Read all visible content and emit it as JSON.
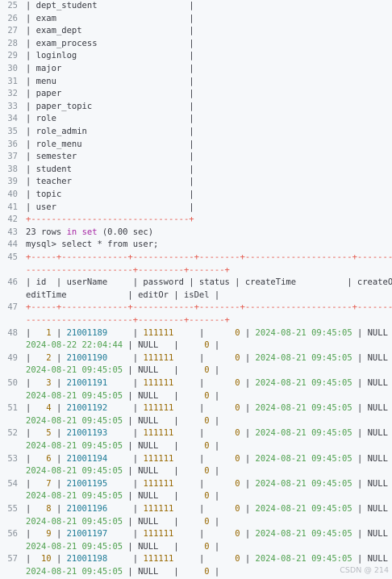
{
  "tables": [
    {
      "n": "25",
      "name": "dept_student"
    },
    {
      "n": "26",
      "name": "exam"
    },
    {
      "n": "27",
      "name": "exam_dept"
    },
    {
      "n": "28",
      "name": "exam_process"
    },
    {
      "n": "29",
      "name": "loginlog"
    },
    {
      "n": "30",
      "name": "major"
    },
    {
      "n": "31",
      "name": "menu"
    },
    {
      "n": "32",
      "name": "paper"
    },
    {
      "n": "33",
      "name": "paper_topic"
    },
    {
      "n": "34",
      "name": "role"
    },
    {
      "n": "35",
      "name": "role_admin"
    },
    {
      "n": "36",
      "name": "role_menu"
    },
    {
      "n": "37",
      "name": "semester"
    },
    {
      "n": "38",
      "name": "student"
    },
    {
      "n": "39",
      "name": "teacher"
    },
    {
      "n": "40",
      "name": "topic"
    },
    {
      "n": "41",
      "name": "user"
    }
  ],
  "border_line": {
    "n": "42",
    "text": "+-------------------------------+"
  },
  "rows_in_set": {
    "n": "43",
    "pre": "23 rows ",
    "kw": "in",
    "mid": " ",
    "kw2": "set",
    "post": " (0.00 sec)"
  },
  "query": {
    "n": "44",
    "text": "mysql> select * from user;"
  },
  "sep1": {
    "n": "45",
    "a": "+-----+-------------+------------+--------+---------------------+-----------",
    "b": "---------------------+---------+-------+"
  },
  "header": {
    "n": "46",
    "a": "| id  | userName     | password | status | createTime          | createOr |",
    "b": "editTime            | editOr | isDel |"
  },
  "sep2": {
    "n": "47",
    "a": "+-----+-------------+------------+--------+---------------------+-----------",
    "b": "---------------------+---------+-------+"
  },
  "rows": [
    {
      "n": "48",
      "id": "1",
      "user": "21001189",
      "pw": "111111",
      "status": "0",
      "created": "2024-08-21 09:45:05",
      "createOr": "NULL",
      "edited": "2024-08-22 22:04:44",
      "editOr": "NULL",
      "isDel": "0"
    },
    {
      "n": "49",
      "id": "2",
      "user": "21001190",
      "pw": "111111",
      "status": "0",
      "created": "2024-08-21 09:45:05",
      "createOr": "NULL",
      "edited": "2024-08-21 09:45:05",
      "editOr": "NULL",
      "isDel": "0"
    },
    {
      "n": "50",
      "id": "3",
      "user": "21001191",
      "pw": "111111",
      "status": "0",
      "created": "2024-08-21 09:45:05",
      "createOr": "NULL",
      "edited": "2024-08-21 09:45:05",
      "editOr": "NULL",
      "isDel": "0"
    },
    {
      "n": "51",
      "id": "4",
      "user": "21001192",
      "pw": "111111",
      "status": "0",
      "created": "2024-08-21 09:45:05",
      "createOr": "NULL",
      "edited": "2024-08-21 09:45:05",
      "editOr": "NULL",
      "isDel": "0"
    },
    {
      "n": "52",
      "id": "5",
      "user": "21001193",
      "pw": "111111",
      "status": "0",
      "created": "2024-08-21 09:45:05",
      "createOr": "NULL",
      "edited": "2024-08-21 09:45:05",
      "editOr": "NULL",
      "isDel": "0"
    },
    {
      "n": "53",
      "id": "6",
      "user": "21001194",
      "pw": "111111",
      "status": "0",
      "created": "2024-08-21 09:45:05",
      "createOr": "NULL",
      "edited": "2024-08-21 09:45:05",
      "editOr": "NULL",
      "isDel": "0"
    },
    {
      "n": "54",
      "id": "7",
      "user": "21001195",
      "pw": "111111",
      "status": "0",
      "created": "2024-08-21 09:45:05",
      "createOr": "NULL",
      "edited": "2024-08-21 09:45:05",
      "editOr": "NULL",
      "isDel": "0"
    },
    {
      "n": "55",
      "id": "8",
      "user": "21001196",
      "pw": "111111",
      "status": "0",
      "created": "2024-08-21 09:45:05",
      "createOr": "NULL",
      "edited": "2024-08-21 09:45:05",
      "editOr": "NULL",
      "isDel": "0"
    },
    {
      "n": "56",
      "id": "9",
      "user": "21001197",
      "pw": "111111",
      "status": "0",
      "created": "2024-08-21 09:45:05",
      "createOr": "NULL",
      "edited": "2024-08-21 09:45:05",
      "editOr": "NULL",
      "isDel": "0"
    },
    {
      "n": "57",
      "id": "10",
      "user": "21001198",
      "pw": "111111",
      "status": "0",
      "created": "2024-08-21 09:45:05",
      "createOr": "NULL",
      "edited": "2024-08-21 09:45:05",
      "editOr": "NULL",
      "isDel": "0"
    }
  ],
  "watermark": "CSDN @ 214",
  "colors": {
    "background": "#f6f8fa",
    "border": "#e45649",
    "keyword": "#a626a4",
    "number": "#986801",
    "datetime": "#50a14f",
    "username": "#1c7a96",
    "line_number": "#8a929b"
  }
}
